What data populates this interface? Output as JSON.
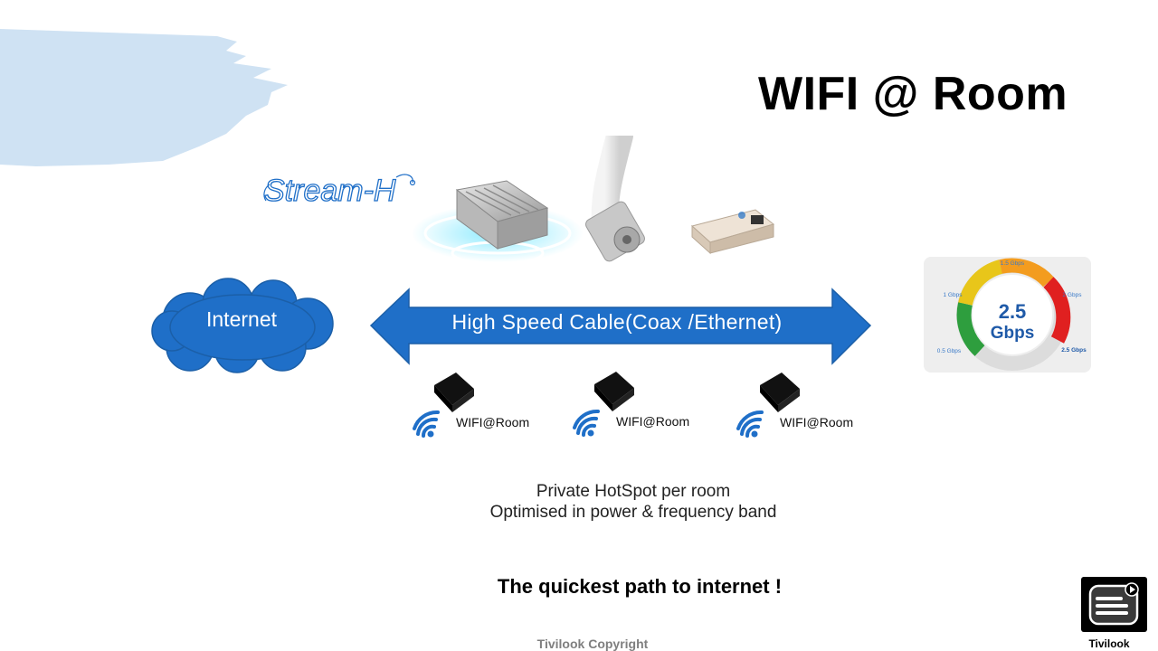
{
  "slide": {
    "title": "WIFI @ Room",
    "logo_text": "Stream-H",
    "cloud_label": "Internet",
    "cable_label": "High Speed Cable(Coax /Ethernet)",
    "gauge": {
      "value_line1": "2.5",
      "value_line2": "Gbps",
      "ticks": [
        "0.5 Gbps",
        "1 Gbps",
        "1.5 Gbps",
        "2 Gbps",
        "2.5 Gbps"
      ]
    },
    "devices": [
      {
        "label": "WIFI@Room"
      },
      {
        "label": "WIFI@Room"
      },
      {
        "label": "WIFI@Room"
      }
    ],
    "description": [
      "Private HotSpot per room",
      "Optimised in power & frequency band"
    ],
    "tagline": "The quickest path to internet !",
    "copyright": "Tivilook Copyright",
    "brand_name": "Tivilook"
  },
  "colors": {
    "accent_blue": "#1F6FC8",
    "brush_blue": "#CFE2F3",
    "gauge_green": "#2E9E3E",
    "gauge_yellow": "#E8C61A",
    "gauge_orange": "#F39C1F",
    "gauge_red": "#E02020"
  }
}
